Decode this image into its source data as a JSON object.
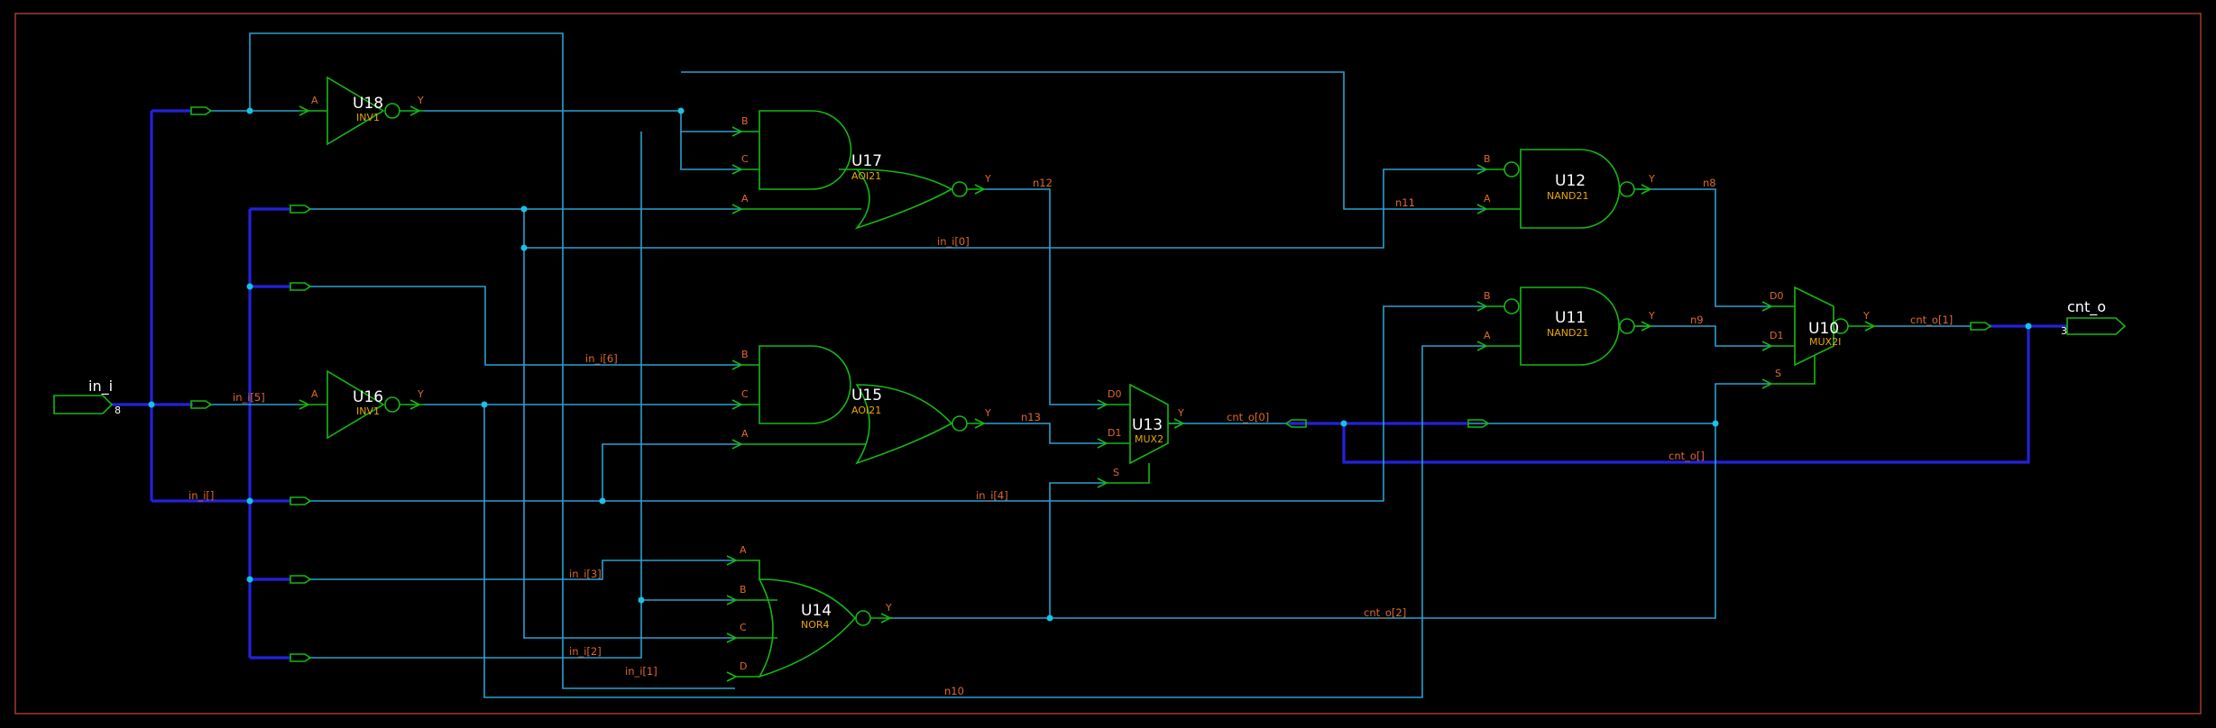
{
  "colors": {
    "background": "#000000",
    "frame": "#b0402a",
    "wire": "#2a9fd0",
    "bus": "#2222dd",
    "gate": "#14b814",
    "junction": "#19c1e6",
    "label": "#e0682a",
    "cell_type": "#e6a800",
    "instance": "#ffffff"
  },
  "ports": {
    "input": {
      "name": "in_i",
      "width": "8"
    },
    "output": {
      "name": "cnt_o",
      "width": "3"
    }
  },
  "instances": {
    "U18": {
      "name": "U18",
      "cell": "INV1"
    },
    "U16": {
      "name": "U16",
      "cell": "INV1"
    },
    "U17": {
      "name": "U17",
      "cell": "AOI21"
    },
    "U15": {
      "name": "U15",
      "cell": "AOI21"
    },
    "U14": {
      "name": "U14",
      "cell": "NOR4"
    },
    "U13": {
      "name": "U13",
      "cell": "MUX2"
    },
    "U12": {
      "name": "U12",
      "cell": "NAND21"
    },
    "U11": {
      "name": "U11",
      "cell": "NAND21"
    },
    "U10": {
      "name": "U10",
      "cell": "MUX2I"
    }
  },
  "pins": {
    "A": "A",
    "B": "B",
    "C": "C",
    "D": "D",
    "Y": "Y",
    "S": "S",
    "D0": "D0",
    "D1": "D1"
  },
  "nets": {
    "in_5": "in_i[5]",
    "in_bus": "in_i[]",
    "in_6": "in_i[6]",
    "in_4": "in_i[4]",
    "in_3": "in_i[3]",
    "in_2": "in_i[2]",
    "in_1": "in_i[1]",
    "in_0": "in_i[0]",
    "n12": "n12",
    "n13": "n13",
    "n11": "n11",
    "n8": "n8",
    "n9": "n9",
    "n10": "n10",
    "cnt_0": "cnt_o[0]",
    "cnt_1": "cnt_o[1]",
    "cnt_2": "cnt_o[2]",
    "cnt_bus": "cnt_o[]"
  }
}
